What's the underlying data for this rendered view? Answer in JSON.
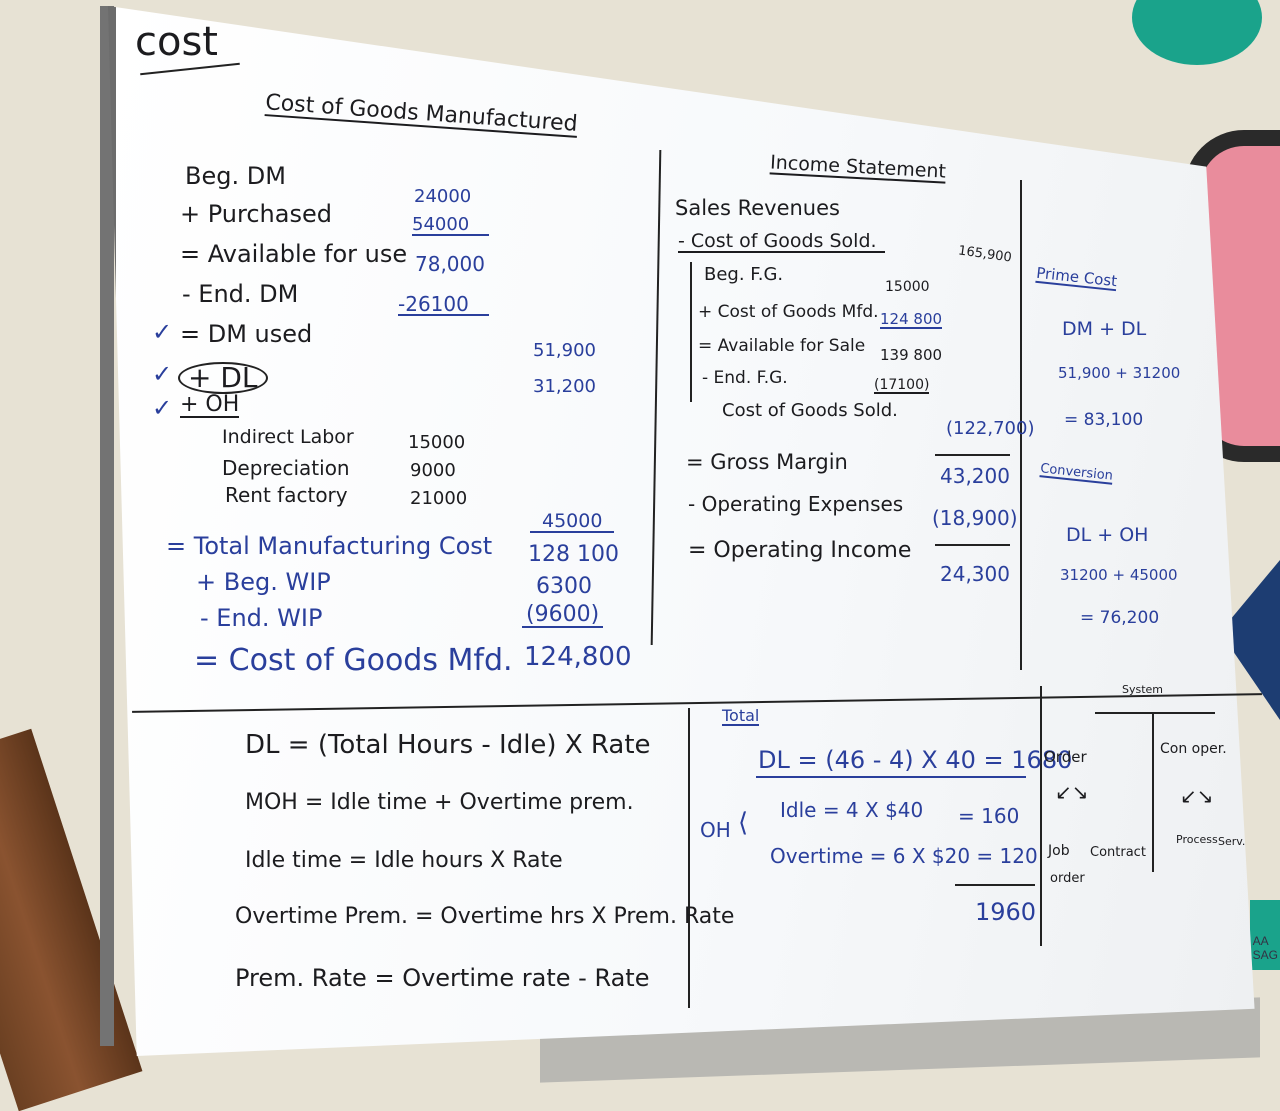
{
  "title": "cost",
  "cogm": {
    "heading": "Cost of Goods Manufactured",
    "beg_dm": "Beg. DM",
    "beg_dm_val": "24000",
    "purchased": "+ Purchased",
    "purchased_val": "54000",
    "available": "= Available for use",
    "available_val": "78,000",
    "end_dm": "- End. DM",
    "end_dm_val": "-26100",
    "dm_used": "= DM used",
    "dm_used_val": "51,900",
    "dl": "+ DL",
    "dl_val": "31,200",
    "oh": "+ OH",
    "indirect_labor": "Indirect Labor",
    "indirect_labor_val": "15000",
    "depreciation": "Depreciation",
    "depreciation_val": "9000",
    "rent": "Rent factory",
    "rent_val": "21000",
    "oh_total": "45000",
    "total_mfg": "= Total Manufacturing Cost",
    "total_mfg_val": "128 100",
    "beg_wip": "+ Beg. WIP",
    "beg_wip_val": "6300",
    "end_wip": "- End. WIP",
    "end_wip_val": "(9600)",
    "cogm_line": "= Cost of Goods Mfd.",
    "cogm_val": "124,800"
  },
  "income": {
    "heading": "Income Statement",
    "sales": "Sales Revenues",
    "sales_val": "165,900",
    "cogs": "- Cost of Goods Sold.",
    "beg_fg": "Beg. F.G.",
    "beg_fg_val": "15000",
    "cogm": "+ Cost of Goods Mfd.",
    "cogm_val": "124 800",
    "avail": "= Available for Sale",
    "avail_val": "139 800",
    "end_fg": "- End. F.G.",
    "end_fg_val": "(17100)",
    "cogs2": "Cost of Goods Sold.",
    "cogs_val": "(122,700)",
    "gross": "= Gross Margin",
    "gross_val": "43,200",
    "opex": "- Operating Expenses",
    "opex_val": "(18,900)",
    "opinc": "= Operating Income",
    "opinc_val": "24,300"
  },
  "prime": {
    "heading": "Prime Cost",
    "formula": "DM + DL",
    "calc": "51,900 + 31200",
    "result": "= 83,100"
  },
  "conversion": {
    "heading": "Conversion",
    "formula": "DL + OH",
    "calc": "31200 + 45000",
    "result": "= 76,200"
  },
  "formulas": {
    "dl": "DL = (Total Hours - Idle) X Rate",
    "moh": "MOH = Idle time + Overtime prem.",
    "idle": "Idle time = Idle hours X Rate",
    "ot": "Overtime Prem. = Overtime hrs X Prem. Rate",
    "prem": "Prem. Rate = Overtime rate - Rate"
  },
  "total": {
    "heading": "Total",
    "dl": "DL = (46 - 4) X 40 = 1680",
    "oh": "OH",
    "idle": "Idle = 4 X $40",
    "idle_val": "= 160",
    "ot": "Overtime = 6 X $20 = 120",
    "sum": "1960"
  },
  "system": {
    "heading": "System",
    "order": "Order",
    "con": "Con oper.",
    "job": "Job",
    "contract": "Contract",
    "order2": "order",
    "process": "Process",
    "service": "Serv."
  },
  "wall": {
    "text1": "AA",
    "text2": "SAG"
  }
}
